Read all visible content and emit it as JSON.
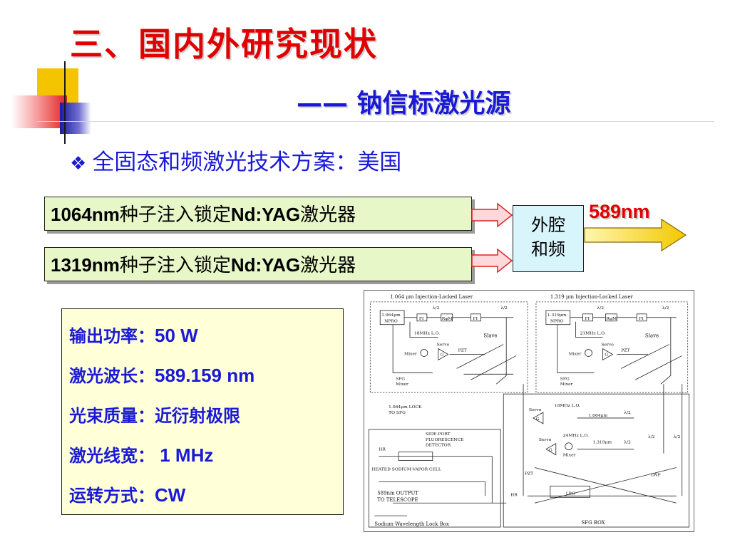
{
  "title": "三、国内外研究现状",
  "subtitle": "—— 钠信标激光源",
  "bullet": {
    "icon": "diamond-bullet-icon",
    "text": "全固态和频激光技术方案：美国"
  },
  "lasers": [
    {
      "wavelength": "1064nm",
      "desc": "种子注入锁定",
      "model": "Nd:YAG",
      "suffix": "激光器"
    },
    {
      "wavelength": "1319nm",
      "desc": "种子注入锁定",
      "model": "Nd:YAG",
      "suffix": "激光器"
    }
  ],
  "sfg": {
    "line1": "外腔",
    "line2": "和频"
  },
  "output": {
    "label": "589nm"
  },
  "specs": [
    {
      "label": "输出功率：",
      "value": "50 W"
    },
    {
      "label": "激光波长：",
      "value": "589.159 nm"
    },
    {
      "label": "光束质量：",
      "value": "近衍射极限"
    },
    {
      "label": "激光线宽：",
      "value": " 1 MHz"
    },
    {
      "label": "运转方式：",
      "value": "CW"
    }
  ],
  "diagram": {
    "laser1_title": "1.064 μm Injection-Locked Laser",
    "laser2_title": "1.319 μm Injection-Locked Laser",
    "npro1": "1.064μm",
    "npro2": "1.319μm",
    "npro_label": "NPRO",
    "fi": "FI",
    "rotator": "RφM",
    "half_wave": "λ/2",
    "lo1": "18MHz L.O.",
    "lo2": "21MHz L.O.",
    "slave": "Slave",
    "servo": "Servo",
    "mixer": "Mixer",
    "g": "G",
    "pzt": "PZT",
    "sfg_mixer1": "SFG",
    "sfg_mixer2": "Mixer",
    "lock_label1": "1.064μm LOCK",
    "lock_label2": "TO SFG",
    "side_port1": "SIDE-PORT",
    "side_port2": "FLUORESCENCE",
    "side_port3": "DETECTOR",
    "hr": "HR",
    "cell": "HEATED SODIUM-VAPOR CELL",
    "output1": "589nm OUTPUT",
    "output2": "TO TELESCOPE",
    "lock_box": "Sodium Wavelength Lock Box",
    "sfg_box": "SFG BOX",
    "lo3": "18MHz L.O.",
    "lo4": "24MHz L.O.",
    "w1064": "1.064μm",
    "w1319": "1.319μm",
    "lbo": "LBO",
    "lwp": "LWP"
  }
}
